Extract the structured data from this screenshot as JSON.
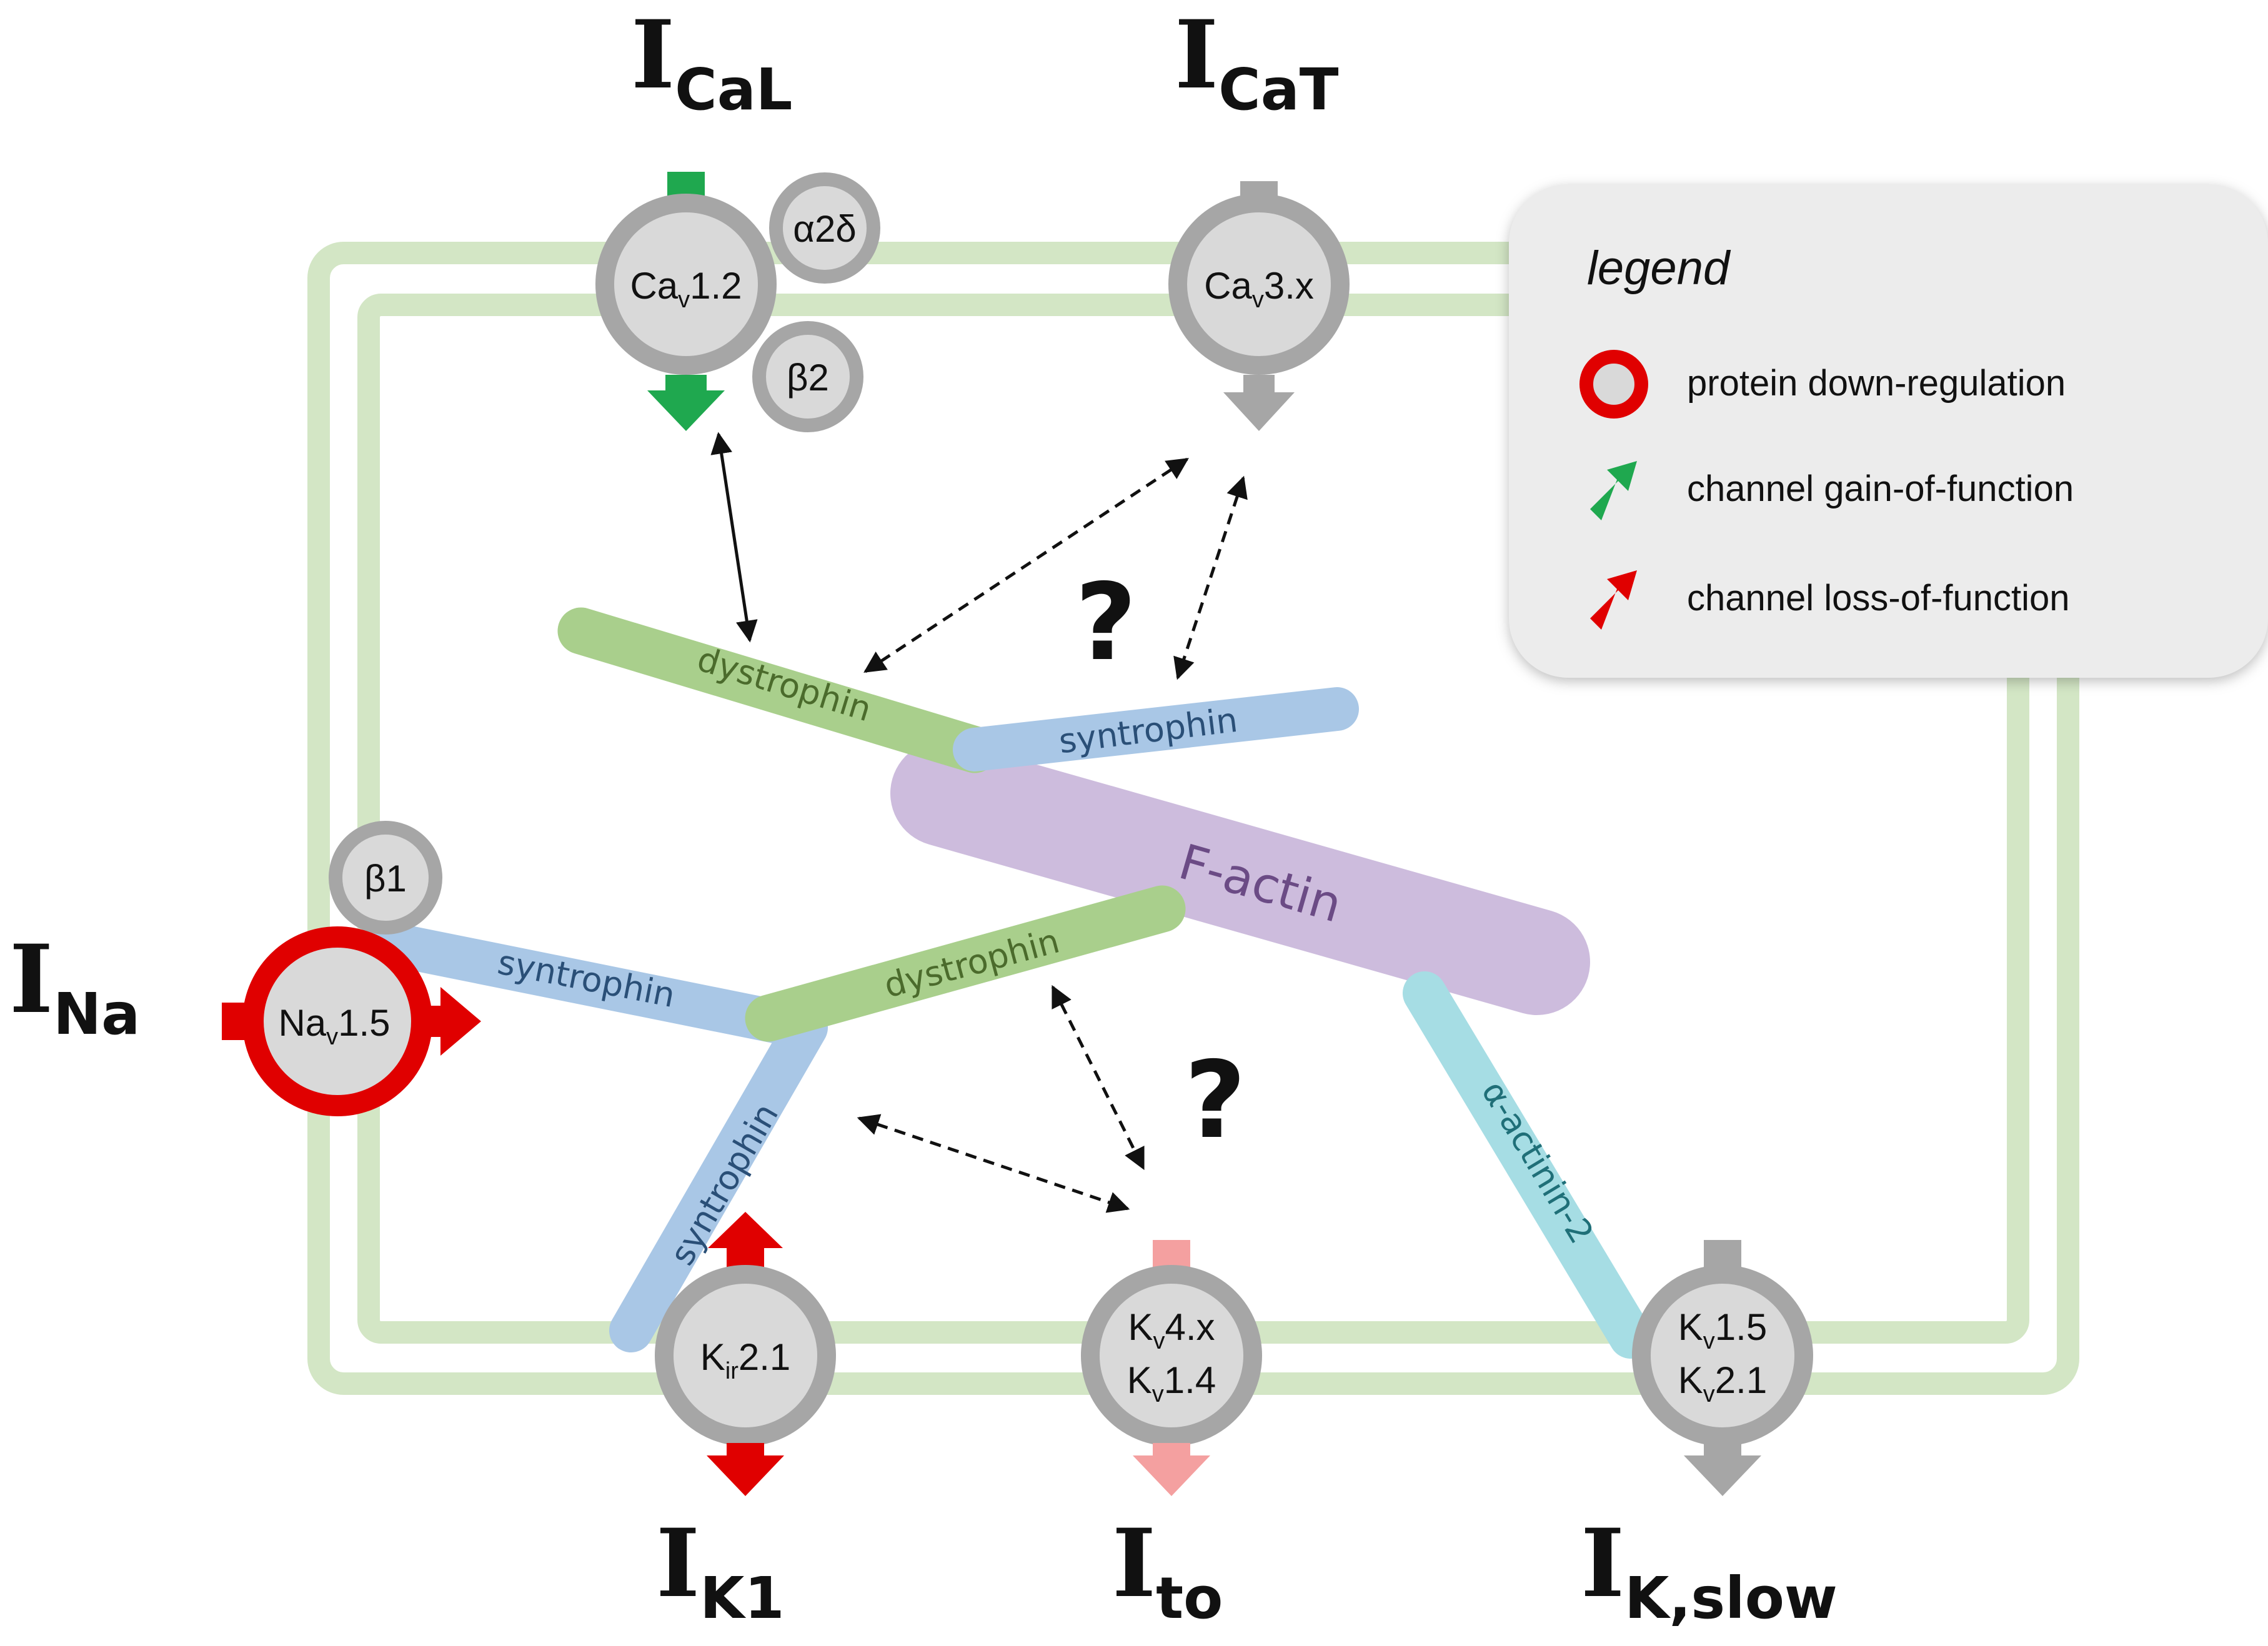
{
  "currents": {
    "ical": {
      "main": "I",
      "sub": "CaL"
    },
    "icat": {
      "main": "I",
      "sub": "CaT"
    },
    "ina": {
      "main": "I",
      "sub": "Na"
    },
    "ik1": {
      "main": "I",
      "sub": "K1"
    },
    "ito": {
      "main": "I",
      "sub": "to"
    },
    "ikslow": {
      "main": "I",
      "sub": "K,slow"
    }
  },
  "channels": {
    "cav12": {
      "prefix": "Ca",
      "sub": "v",
      "suffix": "1.2"
    },
    "cav3x": {
      "prefix": "Ca",
      "sub": "v",
      "suffix": "3.x"
    },
    "nav15": {
      "prefix": "Na",
      "sub": "v",
      "suffix": "1.5"
    },
    "kir21": {
      "prefix": "K",
      "sub": "ir",
      "suffix": "2.1"
    },
    "kv4x": {
      "prefix": "K",
      "sub": "v",
      "suffix": "4.x"
    },
    "kv14": {
      "prefix": "K",
      "sub": "v",
      "suffix": "1.4"
    },
    "kv15": {
      "prefix": "K",
      "sub": "v",
      "suffix": "1.5"
    },
    "kv21": {
      "prefix": "K",
      "sub": "v",
      "suffix": "2.1"
    }
  },
  "subunits": {
    "a2d": "α2δ",
    "b2": "β2",
    "b1": "β1"
  },
  "proteins": {
    "dystrophin_top": "dystrophin",
    "syntrophin_top": "syntrophin",
    "factin": "F-actin",
    "syntrophin_left": "syntrophin",
    "dystrophin_mid": "dystrophin",
    "syntrophin_vert": "syntrophin",
    "actinin": "α-actinin-2"
  },
  "question_marks": [
    "?",
    "?"
  ],
  "legend": {
    "title": "legend",
    "items": [
      {
        "label": "protein down-regulation",
        "icon": "red-ring-icon"
      },
      {
        "label": "channel gain-of-function",
        "icon": "green-arrow-icon"
      },
      {
        "label": "channel loss-of-function",
        "icon": "red-arrow-icon"
      }
    ]
  },
  "colors": {
    "membrane": "#d3e6c5",
    "channel_fill": "#d9d9d9",
    "channel_ring": "#a6a6a6",
    "gain": "#1fa84f",
    "loss": "#e00000",
    "loss_light": "#f4a0a0",
    "dystrophin": "#a9cf8c",
    "syntrophin": "#a9c7e6",
    "factin": "#cdbcdd",
    "actinin": "#a6dde4",
    "legend_bg": "#ececec"
  }
}
